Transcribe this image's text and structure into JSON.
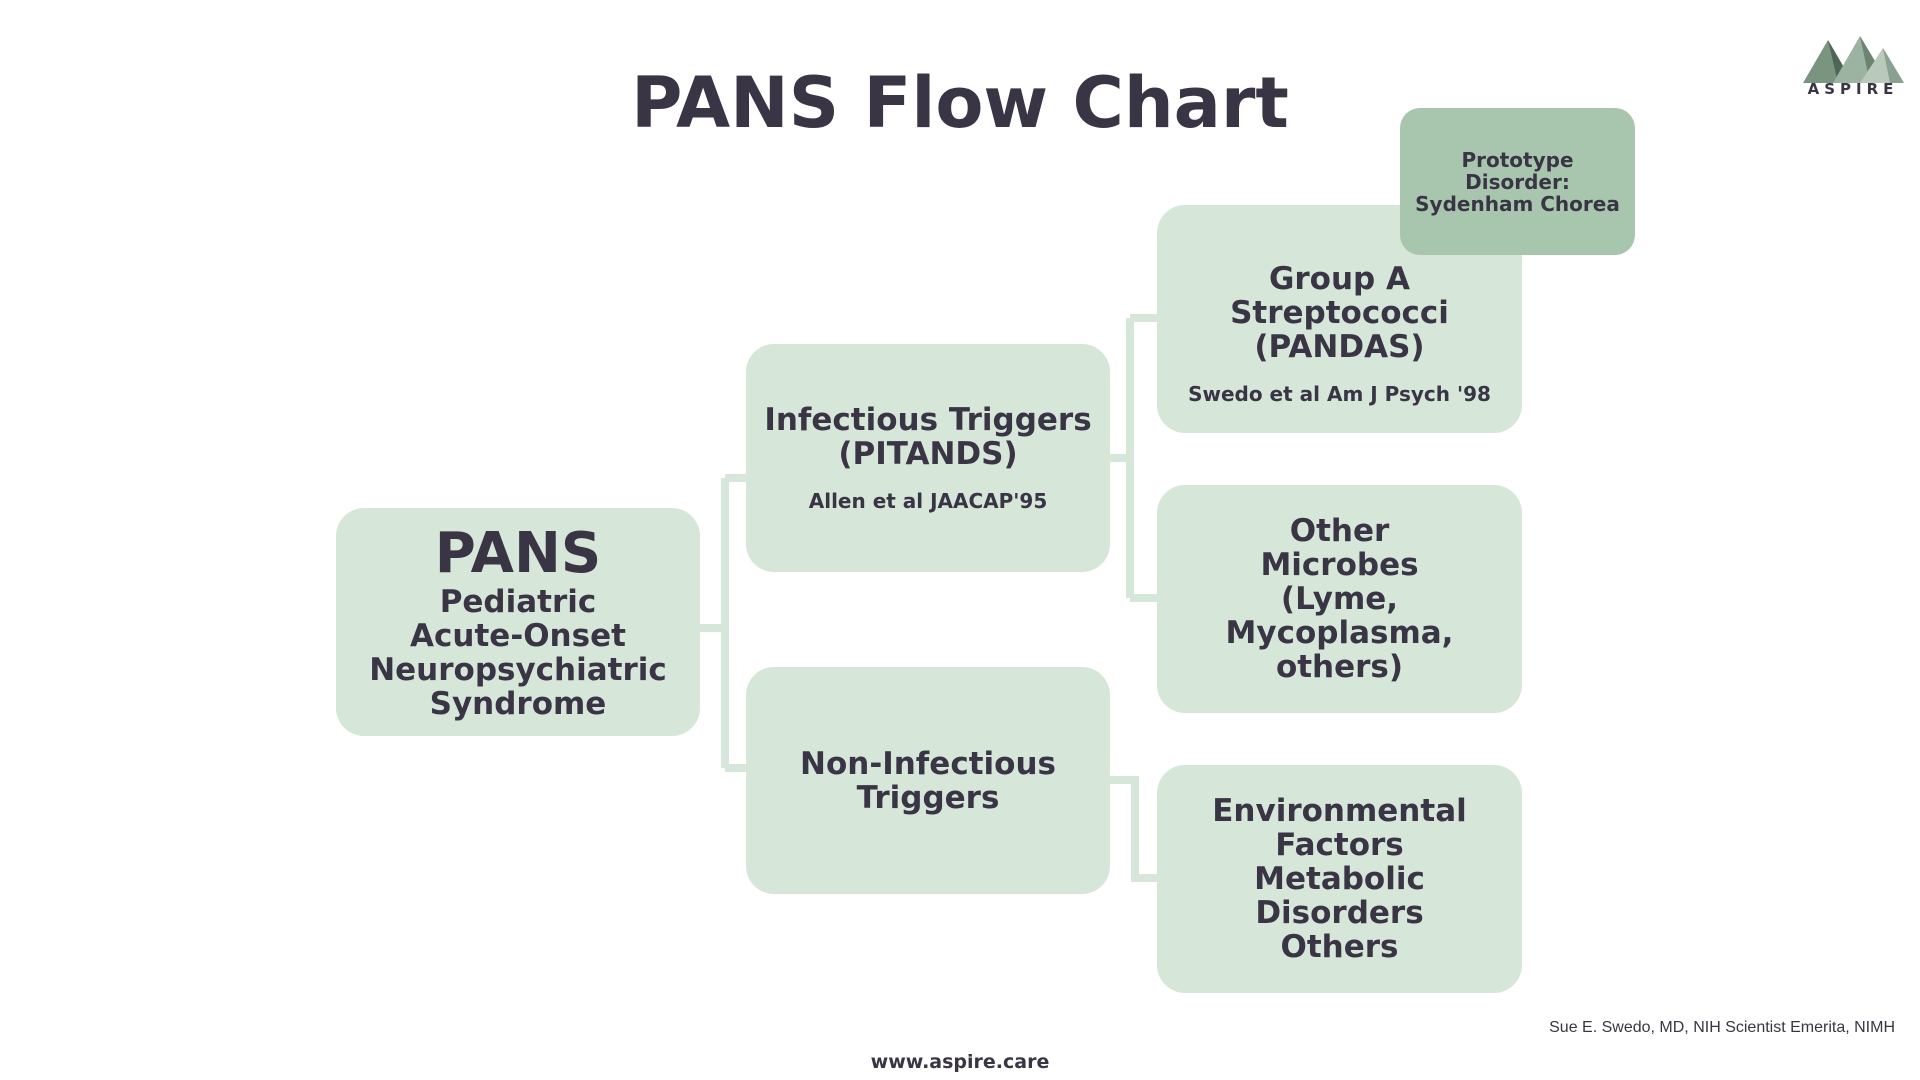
{
  "slide": {
    "title": "PANS Flow Chart",
    "logo_text": "ASPIRE",
    "credit": "Sue E. Swedo, MD, NIH Scientist Emerita, NIMH",
    "footer_url": "www.aspire.care"
  },
  "nodes": {
    "pans": {
      "acronym": "PANS",
      "full_name": "Pediatric\nAcute-Onset\nNeuropsychiatric\nSyndrome"
    },
    "infectious": {
      "label": "Infectious Triggers\n(PITANDS)",
      "citation": "Allen et al JAACAP'95"
    },
    "non_infectious": {
      "label": "Non-Infectious\nTriggers"
    },
    "group_a": {
      "label": "Group A\nStreptococci\n(PANDAS)",
      "citation": "Swedo et al Am J Psych '98"
    },
    "other_microbes": {
      "label": "Other\nMicrobes\n(Lyme, Mycoplasma,\nothers)"
    },
    "environmental": {
      "label": "Environmental\nFactors\nMetabolic Disorders\nOthers"
    },
    "prototype": {
      "label": "Prototype Disorder:\nSydenham Chorea"
    }
  },
  "colors": {
    "box_fill": "#d6e6d9",
    "prototype_fill": "#a8c6ae",
    "connector": "#d6e6d9",
    "text": "#3a3545"
  }
}
